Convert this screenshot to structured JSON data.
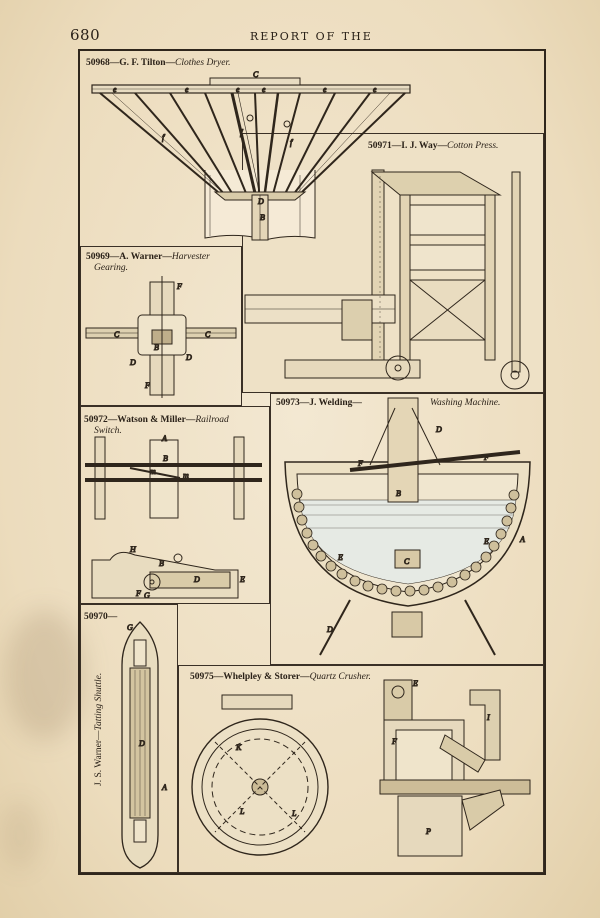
{
  "page": {
    "number": "680",
    "running_head": "REPORT OF THE"
  },
  "figures": [
    {
      "id": "fig-50968",
      "number": "50968",
      "sep": "—",
      "inventor": "G. F. Tilton",
      "title": "Clothes Dryer.",
      "labels": [
        "C",
        "e",
        "e",
        "e",
        "e",
        "e",
        "e",
        "f",
        "f",
        "f",
        "D",
        "B"
      ]
    },
    {
      "id": "fig-50971",
      "number": "50971",
      "sep": "—",
      "inventor": "I. J. Way",
      "title": "Cotton Press."
    },
    {
      "id": "fig-50969",
      "number": "50969",
      "sep": "—",
      "inventor": "A. Warner",
      "title": "Harvester",
      "title_cont": "Gearing.",
      "labels": [
        "F",
        "C",
        "C",
        "B",
        "D",
        "D",
        "F"
      ]
    },
    {
      "id": "fig-50972",
      "number": "50972",
      "sep": "—",
      "inventor": "Watson & Miller",
      "title": "Railroad",
      "title_cont": "Switch.",
      "labels": [
        "A",
        "B",
        "m",
        "m",
        "H",
        "F",
        "G",
        "B",
        "D",
        "E"
      ]
    },
    {
      "id": "fig-50973",
      "number": "50973",
      "sep": "—",
      "inventor": "J. Welding",
      "title": "Washing Machine.",
      "labels": [
        "D",
        "F",
        "F",
        "B",
        "E",
        "E",
        "C",
        "A",
        "D"
      ]
    },
    {
      "id": "fig-50970",
      "number": "50970",
      "sep": "—",
      "inventor": "J. S. Warner",
      "title": "Tatting Shuttle.",
      "labels": [
        "G",
        "D",
        "A"
      ]
    },
    {
      "id": "fig-50975",
      "number": "50975",
      "sep": "—",
      "inventor": "Whelpley & Storer",
      "title": "Quartz Crusher.",
      "labels": [
        "E",
        "K",
        "L",
        "L",
        "F",
        "I",
        "P"
      ]
    }
  ]
}
